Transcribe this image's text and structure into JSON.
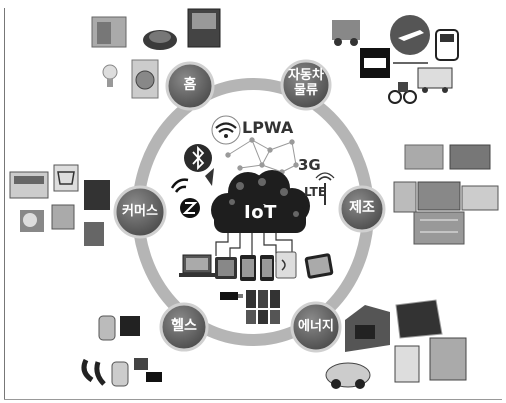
{
  "center": {
    "label": "IoT"
  },
  "network_labels": {
    "lpwa": "LPWA",
    "g3": "3G",
    "lte": "LTE"
  },
  "nodes": {
    "home": {
      "label": "홈"
    },
    "auto": {
      "label_line1": "자동차",
      "label_line2": "물류"
    },
    "manufacturing": {
      "label": "제조"
    },
    "energy": {
      "label": "에너지"
    },
    "health": {
      "label": "헬스"
    },
    "commerce": {
      "label": "커머스"
    }
  },
  "colors": {
    "ring": "#b5b5b5",
    "node_fill": "#6a6a6a",
    "node_stroke": "#d0d0d0",
    "cloud": "#1e1e1e",
    "frame": "#777777"
  },
  "icons": [
    "bluetooth-icon",
    "wifi-icon",
    "zigbee-icon",
    "lte-antenna-icon",
    "cloud-icon"
  ]
}
